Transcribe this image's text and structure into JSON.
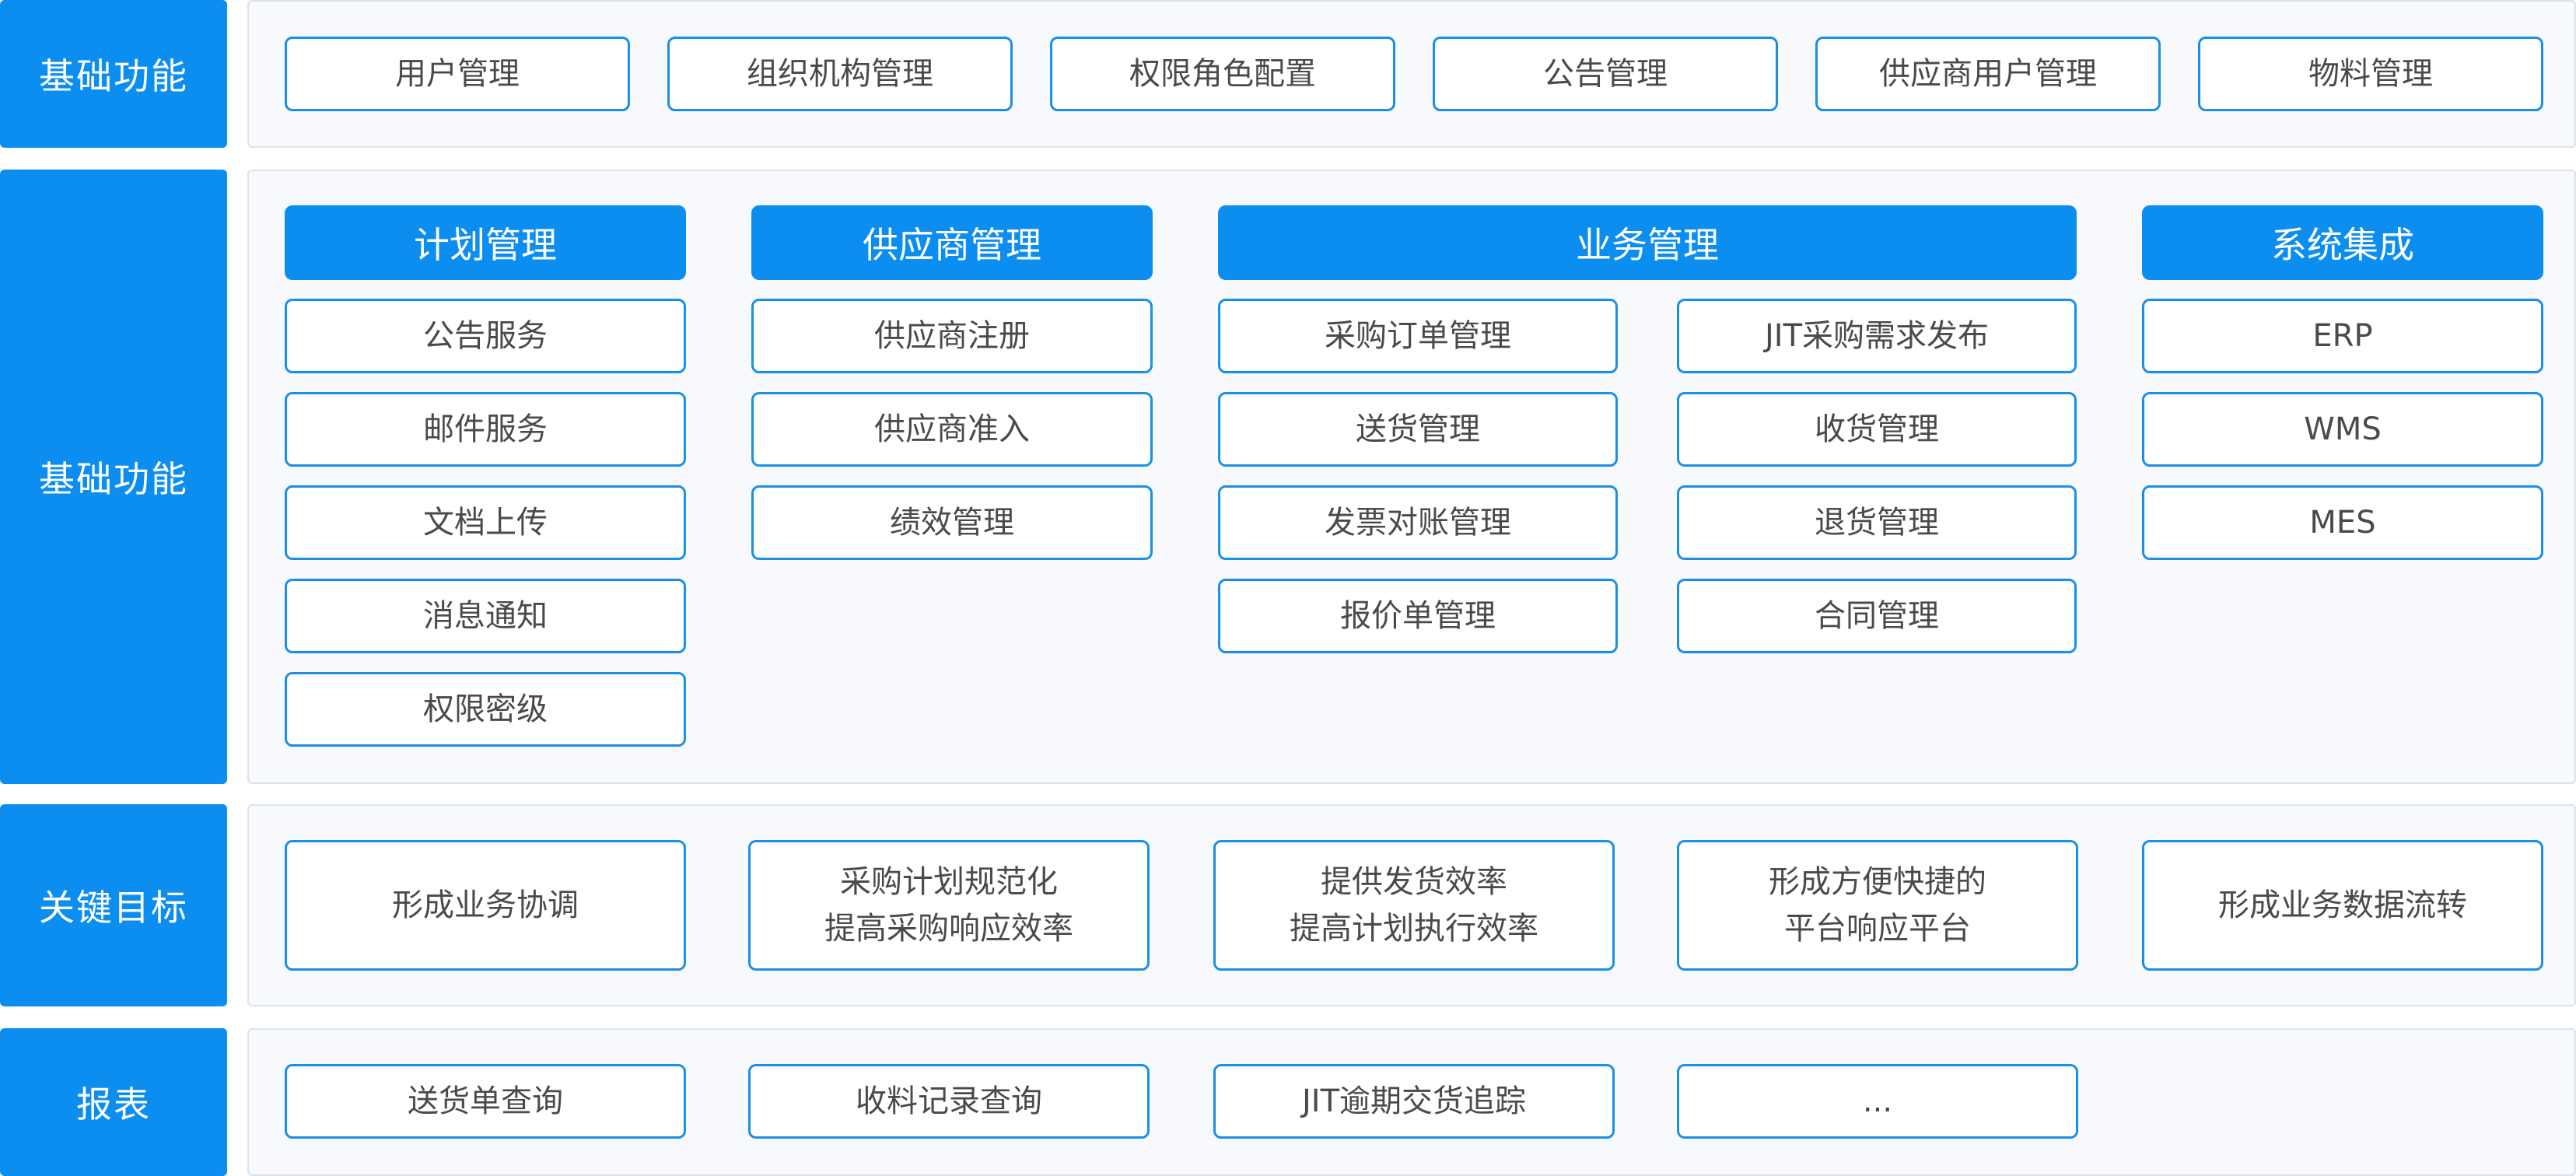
{
  "colors": {
    "accent": "#0b8ef0",
    "box_border": "#1a8fe6",
    "panel_bg": "#f7f9fc",
    "text": "#4a4a4a"
  },
  "rows": {
    "basic_top": {
      "label": "基础功能",
      "items": [
        "用户管理",
        "组织机构管理",
        "权限角色配置",
        "公告管理",
        "供应商用户管理",
        "物料管理"
      ]
    },
    "basic_main": {
      "label": "基础功能",
      "plan": {
        "title": "计划管理",
        "items": [
          "公告服务",
          "邮件服务",
          "文档上传",
          "消息通知",
          "权限密级"
        ]
      },
      "supplier": {
        "title": "供应商管理",
        "items": [
          "供应商注册",
          "供应商准入",
          "绩效管理"
        ]
      },
      "business": {
        "title": "业务管理",
        "left": [
          "采购订单管理",
          "送货管理",
          "发票对账管理",
          "报价单管理"
        ],
        "right": [
          "JIT采购需求发布",
          "收货管理",
          "退货管理",
          "合同管理"
        ]
      },
      "integration": {
        "title": "系统集成",
        "items": [
          "ERP",
          "WMS",
          "MES"
        ]
      }
    },
    "goals": {
      "label": "关键目标",
      "items": [
        {
          "line1": "形成业务协调",
          "line2": ""
        },
        {
          "line1": "采购计划规范化",
          "line2": "提高采购响应效率"
        },
        {
          "line1": "提供发货效率",
          "line2": "提高计划执行效率"
        },
        {
          "line1": "形成方便快捷的",
          "line2": "平台响应平台"
        },
        {
          "line1": "形成业务数据流转",
          "line2": ""
        }
      ]
    },
    "reports": {
      "label": "报表",
      "items": [
        "送货单查询",
        "收料记录查询",
        "JIT逾期交货追踪",
        "..."
      ]
    }
  }
}
